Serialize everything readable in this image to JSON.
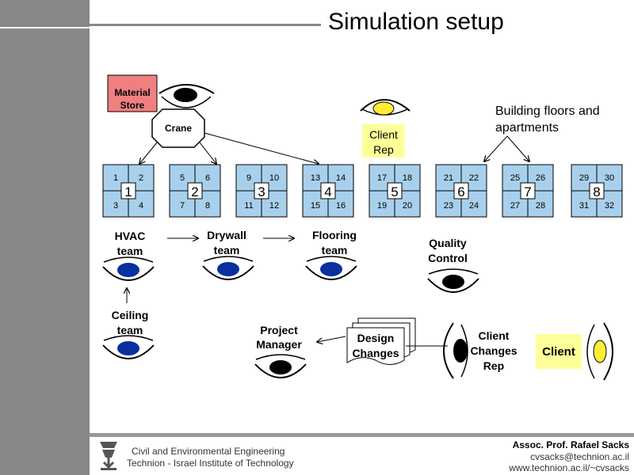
{
  "title": "Simulation setup",
  "material_store": {
    "line1": "Material",
    "line2": "Store"
  },
  "crane": "Crane",
  "client_rep": {
    "line1": "Client",
    "line2": "Rep"
  },
  "building_caption": {
    "line1": "Building floors and",
    "line2": "apartments"
  },
  "floors": [
    {
      "floor": "1",
      "apts": [
        "1",
        "2",
        "3",
        "4"
      ]
    },
    {
      "floor": "2",
      "apts": [
        "5",
        "6",
        "7",
        "8"
      ]
    },
    {
      "floor": "3",
      "apts": [
        "9",
        "10",
        "11",
        "12"
      ]
    },
    {
      "floor": "4",
      "apts": [
        "13",
        "14",
        "15",
        "16"
      ]
    },
    {
      "floor": "5",
      "apts": [
        "17",
        "18",
        "19",
        "20"
      ]
    },
    {
      "floor": "6",
      "apts": [
        "21",
        "22",
        "23",
        "24"
      ]
    },
    {
      "floor": "7",
      "apts": [
        "25",
        "26",
        "27",
        "28"
      ]
    },
    {
      "floor": "8",
      "apts": [
        "29",
        "30",
        "31",
        "32"
      ]
    }
  ],
  "teams": {
    "hvac": {
      "line1": "HVAC",
      "line2": "team"
    },
    "drywall": {
      "line1": "Drywall",
      "line2": "team"
    },
    "flooring": {
      "line1": "Flooring",
      "line2": "team"
    },
    "quality": {
      "line1": "Quality",
      "line2": "Control"
    },
    "ceiling": {
      "line1": "Ceiling",
      "line2": "team"
    }
  },
  "project_manager": {
    "line1": "Project",
    "line2": "Manager"
  },
  "design_changes": {
    "line1": "Design",
    "line2": "Changes"
  },
  "client_changes_rep": {
    "line1": "Client",
    "line2": "Changes",
    "line3": "Rep"
  },
  "client": "Client",
  "colors": {
    "floor_fill": "#a8d0ec",
    "material_store": "#f08080",
    "client_yellow": "#ffff99",
    "team_blue": "#0a2f9e",
    "eye_yellow": "#ffee33",
    "eye_black": "#000000",
    "sidebar_grey": "#888888"
  },
  "footer": {
    "dept_line1": "Civil and Environmental Engineering",
    "dept_line2": "Technion - Israel Institute of Technology",
    "author": "Assoc. Prof. Rafael Sacks",
    "email": "cvsacks@technion.ac.il",
    "web": "www.technion.ac.il/~cvsacks"
  }
}
